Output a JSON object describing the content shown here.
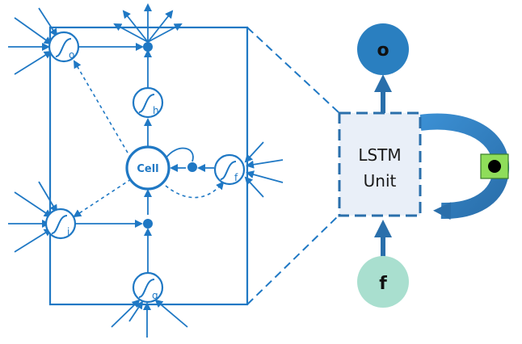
{
  "colors": {
    "blue": "#1f78c4",
    "dark_blue": "#2a6fab",
    "light_fill": "#e9eff8",
    "teal_circle": "#a9dfcf",
    "output_circle": "#2a7fc0",
    "green_box": "#8fdd5a"
  },
  "gates": {
    "o": "o",
    "h": "h",
    "f": "f",
    "i": "i",
    "g": "g"
  },
  "cell": {
    "label": "Cell"
  },
  "lstm_unit": {
    "line1": "LSTM",
    "line2": "Unit"
  },
  "output_node": {
    "label": "o"
  },
  "input_node": {
    "label": "f"
  },
  "icons": {
    "sigmoid": "sigmoid-curve-icon",
    "multiply": "dot-icon",
    "recurrent_gate": "dot-icon"
  }
}
